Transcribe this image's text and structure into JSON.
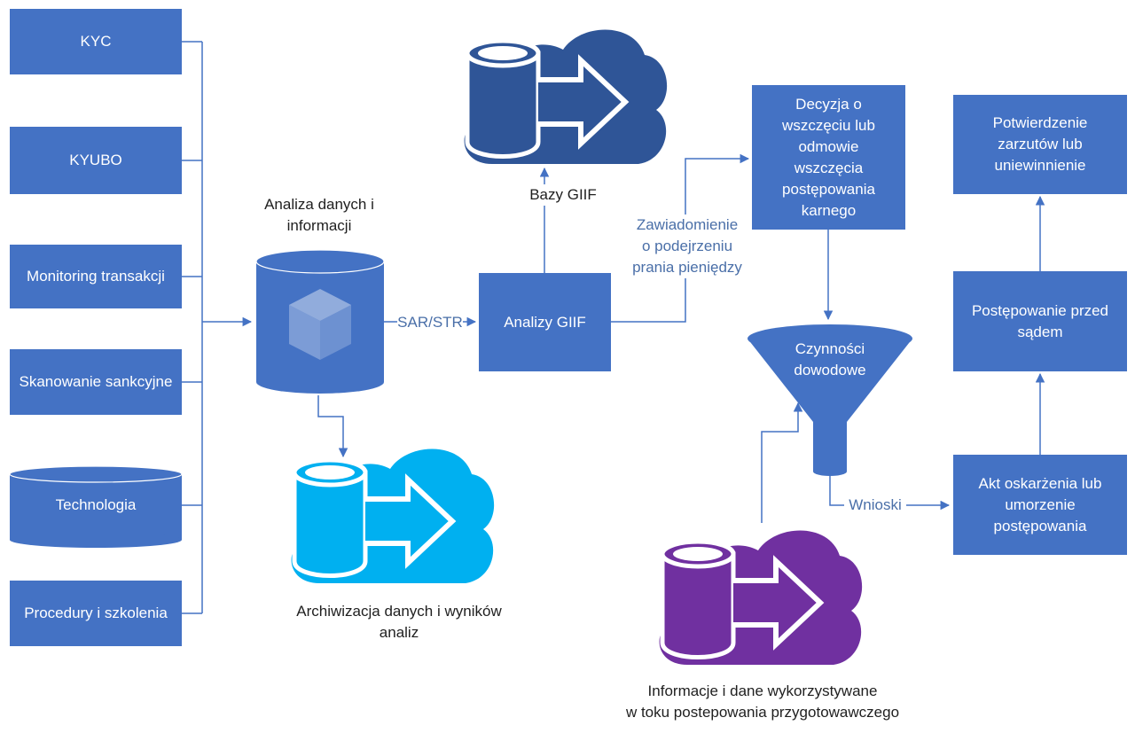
{
  "sources": {
    "kyc": "KYC",
    "kyubo": "KYUBO",
    "monitoring": "Monitoring transakcji",
    "sanctions": "Skanowanie sankcyjne",
    "technology": "Technologia",
    "procedures": "Procedury i szkolenia"
  },
  "analysis": {
    "title_line1": "Analiza danych i",
    "title_line2": "informacji"
  },
  "archive": {
    "line1": "Archiwizacja danych i wyników",
    "line2": "analiz"
  },
  "sar_label": "SAR/STR",
  "giif_analysis": "Analizy GIIF",
  "giif_db": "Bazy GIIF",
  "notification": {
    "line1": "Zawiadomienie",
    "line2": "o podejrzeniu",
    "line3": "prania pieniędzy"
  },
  "decision": {
    "line1": "Decyzja o",
    "line2": "wszczęciu lub",
    "line3": "odmowie",
    "line4": "wszczęcia",
    "line5": "postępowania",
    "line6": "karnego"
  },
  "funnel": {
    "line1": "Czynności",
    "line2": "dowodowe"
  },
  "info": {
    "line1": "Informacje i dane wykorzystywane",
    "line2": "w toku postepowania przygotowawczego"
  },
  "conclusions": "Wnioski",
  "indictment": {
    "line1": "Akt oskarżenia lub",
    "line2": "umorzenie",
    "line3": "postępowania"
  },
  "court": {
    "line1": "Postępowanie przed",
    "line2": "sądem"
  },
  "verdict": {
    "line1": "Potwierdzenie",
    "line2": "zarzutów lub",
    "line3": "uniewinnienie"
  },
  "colors": {
    "box": "#4472c4",
    "connector": "#4472c4",
    "db_dark": "#2f5597",
    "db_light": "#00b0f0",
    "db_purple": "#7030a0"
  }
}
